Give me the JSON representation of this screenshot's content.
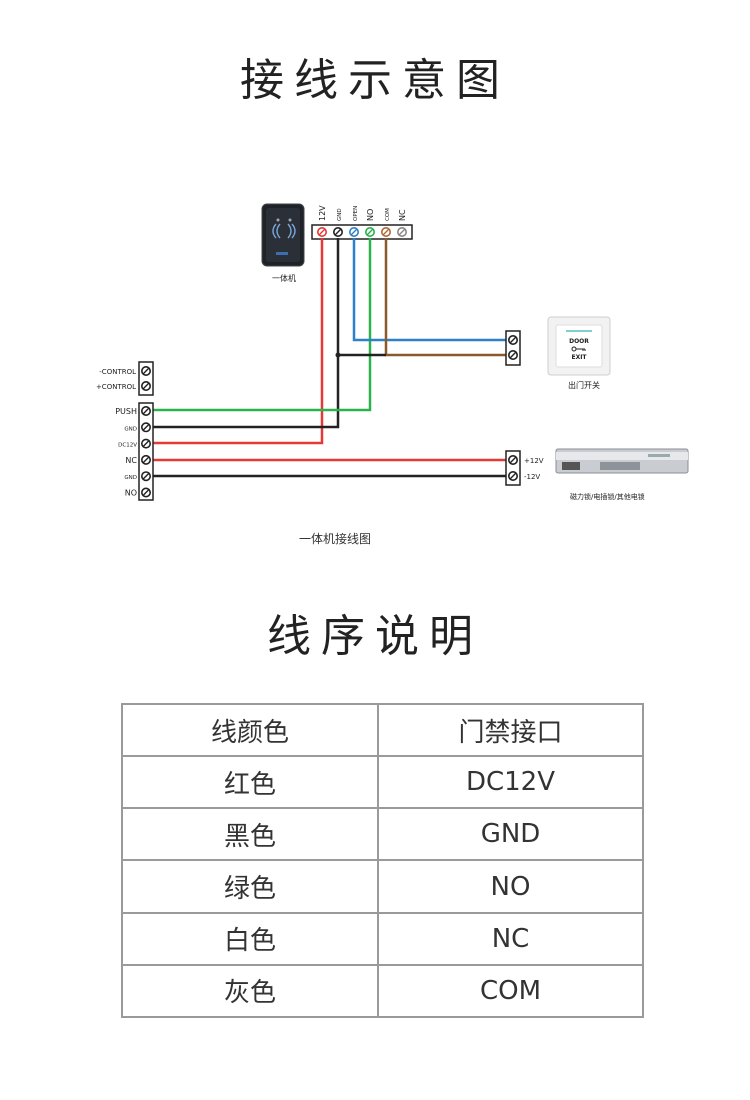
{
  "titles": {
    "diagram_title": "接线示意图",
    "table_title": "线序说明"
  },
  "reader": {
    "label": "一体机",
    "terminals": [
      "12V",
      "GND",
      "OPEN",
      "NO",
      "COM",
      "NC"
    ],
    "terminal_colors": [
      "#e53935",
      "#222222",
      "#2f80c9",
      "#2bb24c",
      "#b0693a",
      "#888888"
    ]
  },
  "controller": {
    "top_terminals": [
      "-CONTROL",
      "+CONTROL"
    ],
    "terminals": [
      "PUSH",
      "GND",
      "DC12V",
      "NC",
      "GND",
      "NO"
    ]
  },
  "exit_button": {
    "label": "出门开关",
    "face_text": [
      "DOOR",
      "EXIT"
    ]
  },
  "lock": {
    "terminals": [
      "+12V",
      "-12V"
    ],
    "label": "磁力锁/电插锁/其他电锁"
  },
  "caption": "一体机接线图",
  "wire_colors": {
    "red": "#e53935",
    "black": "#222222",
    "green": "#2bb24c",
    "blue": "#2f80c9",
    "brown": "#8a5a2b"
  },
  "table": {
    "header": [
      "线颜色",
      "门禁接口"
    ],
    "rows": [
      [
        "红色",
        "DC12V"
      ],
      [
        "黑色",
        "GND"
      ],
      [
        "绿色",
        "NO"
      ],
      [
        "白色",
        "NC"
      ],
      [
        "灰色",
        "COM"
      ]
    ]
  }
}
